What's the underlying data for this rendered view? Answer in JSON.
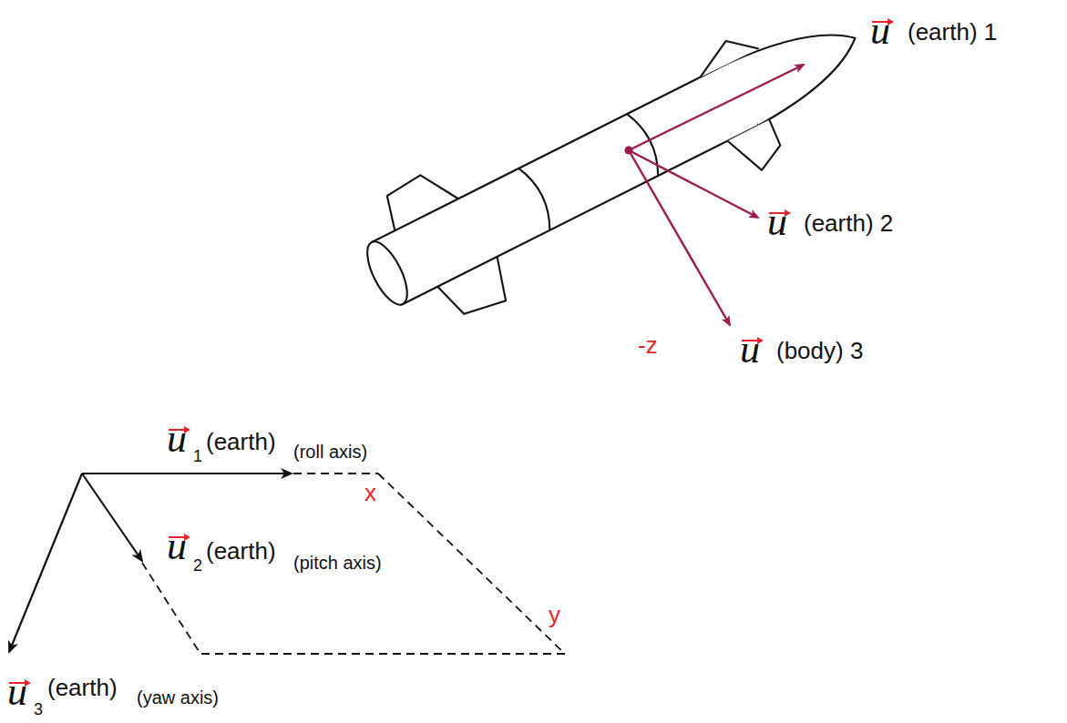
{
  "diagram": {
    "labels": [
      "u",
      "(earth) 1",
      "u",
      "(earth) 2",
      "-z",
      "u",
      "(body) 3",
      "u",
      "1",
      "(earth)",
      "(roll axis)",
      "x",
      "u",
      "2",
      "(earth)",
      "(pitch axis)",
      "y",
      "u",
      "3",
      "(earth)",
      "(yaw axis)"
    ]
  }
}
